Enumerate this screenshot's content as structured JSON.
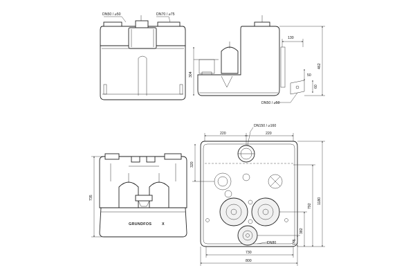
{
  "brand": {
    "name": "GRUNDFOS",
    "mark": "X"
  },
  "top_front": {
    "label_left": "DN50 / ⌀50",
    "label_right": "DN70 / ⌀75"
  },
  "top_side": {
    "dim_width": "130",
    "dim_height_total": "462",
    "dim_height_body": "304",
    "dim_small": "50",
    "dim_foot": "60",
    "label_bottom": "DN50 / ⌀50"
  },
  "bottom_front": {
    "dim_height": "735"
  },
  "bottom_plan": {
    "label_inlet": "DN150 / ⌀160",
    "dim_top_left": "220",
    "dim_top_right": "220",
    "dim_left_upper": "320",
    "dim_right_outer": "1180",
    "dim_right_inner": "792",
    "dim_right_lower": "382",
    "dim_right_small": "175",
    "label_outlet": "DN80",
    "dim_bottom_inner": "730",
    "dim_bottom_outer": "800"
  }
}
